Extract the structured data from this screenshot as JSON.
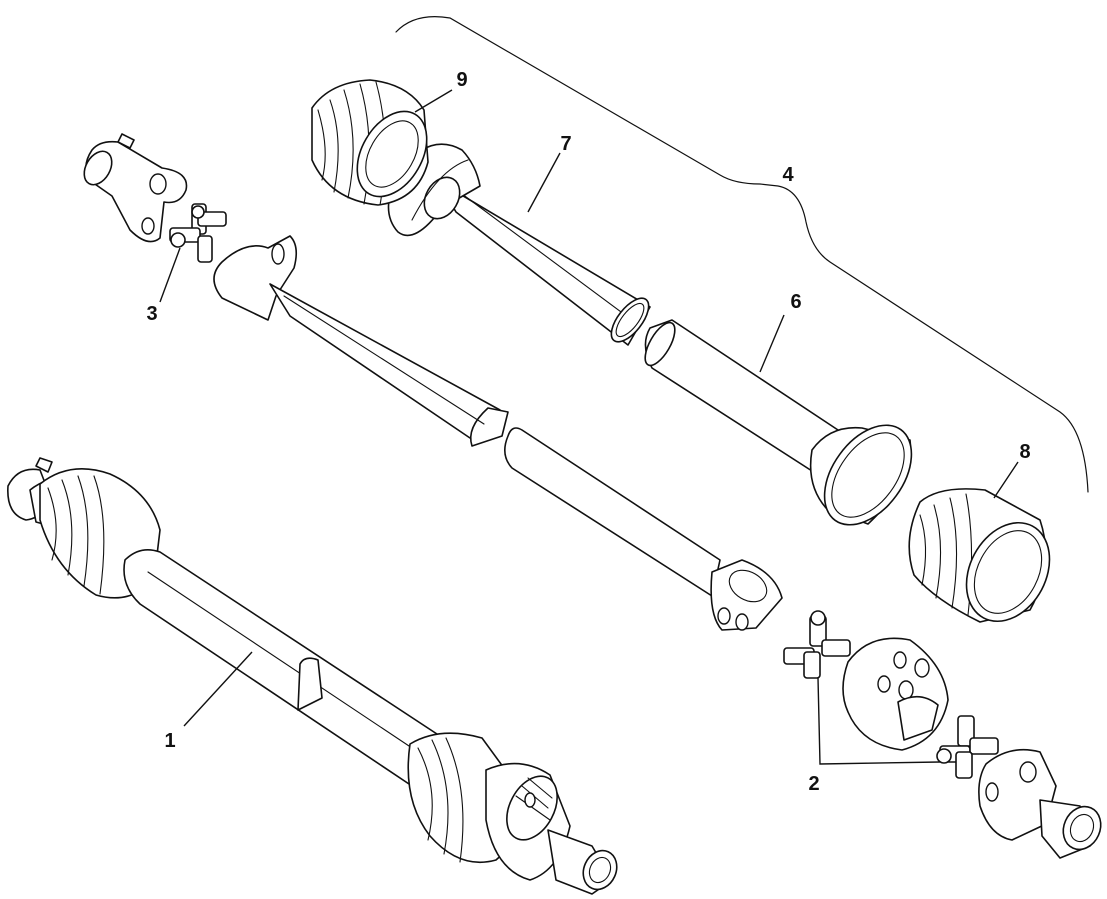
{
  "callouts": {
    "c1": "1",
    "c2": "2",
    "c3": "3",
    "c4": "4",
    "c6": "6",
    "c7": "7",
    "c8": "8",
    "c9": "9"
  },
  "colors": {
    "line": "#111111",
    "background": "#ffffff"
  }
}
